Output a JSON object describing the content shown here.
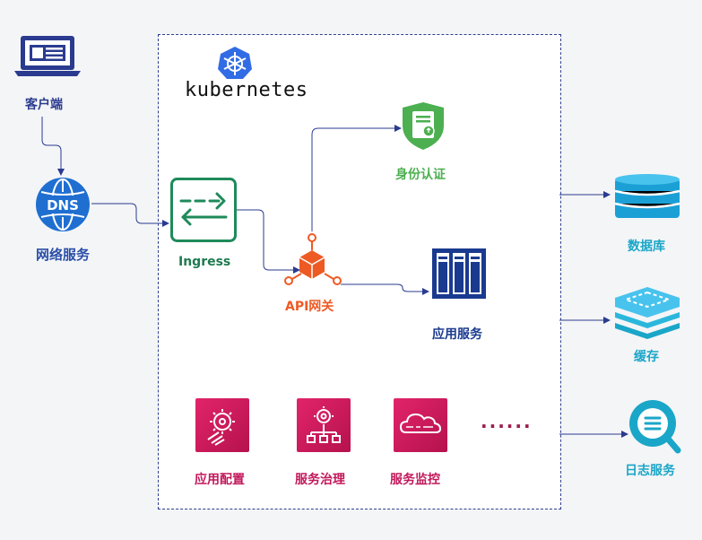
{
  "client": {
    "label": "客户端"
  },
  "dns": {
    "badge": "DNS",
    "label": "网络服务"
  },
  "cluster": {
    "brand": "kubernetes"
  },
  "ingress": {
    "label": "Ingress"
  },
  "gateway": {
    "label": "API网关"
  },
  "auth": {
    "label": "身份认证"
  },
  "app": {
    "label": "应用服务"
  },
  "bottom": {
    "config": "应用配置",
    "governance": "服务治理",
    "monitoring": "服务监控",
    "more": "......"
  },
  "database": {
    "label": "数据库"
  },
  "cache": {
    "label": "缓存"
  },
  "logging": {
    "label": "日志服务"
  },
  "colors": {
    "navy": "#2a3b8f",
    "blue": "#1f6fd1",
    "green": "#1e8a5a",
    "lightgreen": "#4caf50",
    "orange": "#ee5a24",
    "pink": "#c2185b",
    "cyan": "#1aa6c8"
  }
}
